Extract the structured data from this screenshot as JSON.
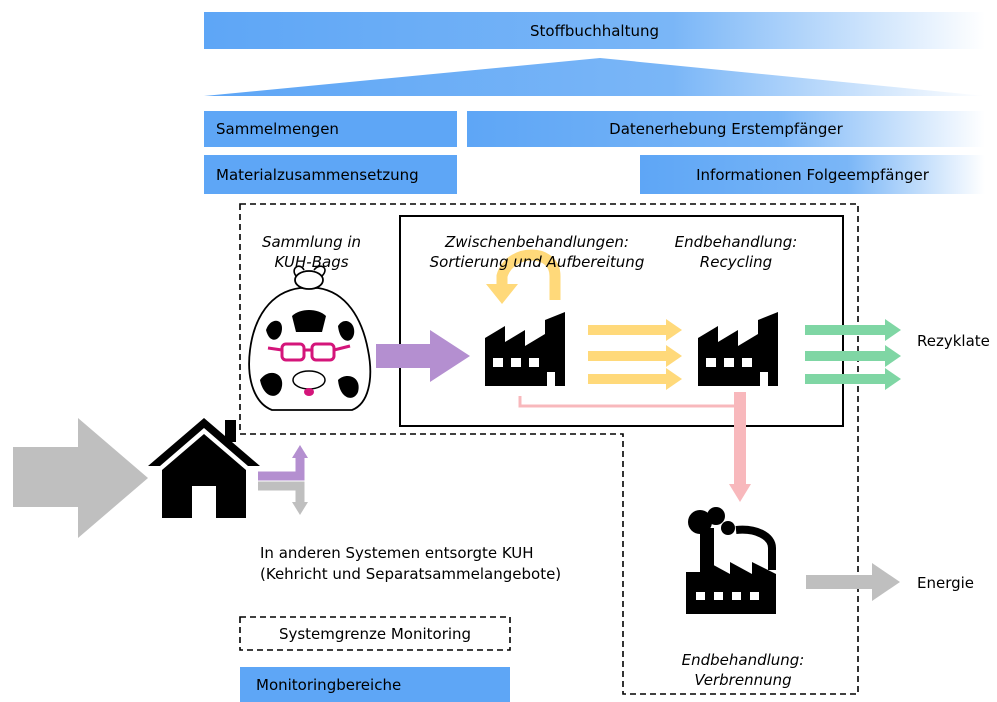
{
  "header": {
    "stoffbuchhaltung": "Stoffbuchhaltung",
    "sammelmengen": "Sammelmengen",
    "datenerhebung": "Datenerhebung Erstempfänger",
    "materialzusammensetzung": "Materialzusammensetzung",
    "folgeempfaenger": "Informationen Folgeempfänger"
  },
  "stages": {
    "sammlung_line1": "Sammlung in",
    "sammlung_line2": "KUH-Bags",
    "zwischen_line1": "Zwischenbehandlungen:",
    "zwischen_line2": "Sortierung und Aufbereitung",
    "recycling_line1": "Endbehandlung:",
    "recycling_line2": "Recycling",
    "verbrennung_line1": "Endbehandlung:",
    "verbrennung_line2": "Verbrennung"
  },
  "outputs": {
    "rezyklate": "Rezyklate",
    "energie": "Energie"
  },
  "other_systems": {
    "line1": "In anderen Systemen entsorgte KUH",
    "line2": "(Kehricht und Separatsammelangebote)"
  },
  "legend": {
    "systemgrenze": "Systemgrenze Monitoring",
    "monitoringbereiche": "Monitoringbereiche"
  },
  "colors": {
    "blue": "#5ea6f6",
    "purple": "#b48fd0",
    "yellow": "#ffd97a",
    "green": "#7fd6a4",
    "pink": "#f8b8bc",
    "gray": "#bfbfbf",
    "magenta": "#d4157a"
  },
  "icons": {
    "house": "house-icon",
    "bag": "cow-bag-icon",
    "factory": "factory-icon",
    "incinerator": "incinerator-icon"
  }
}
